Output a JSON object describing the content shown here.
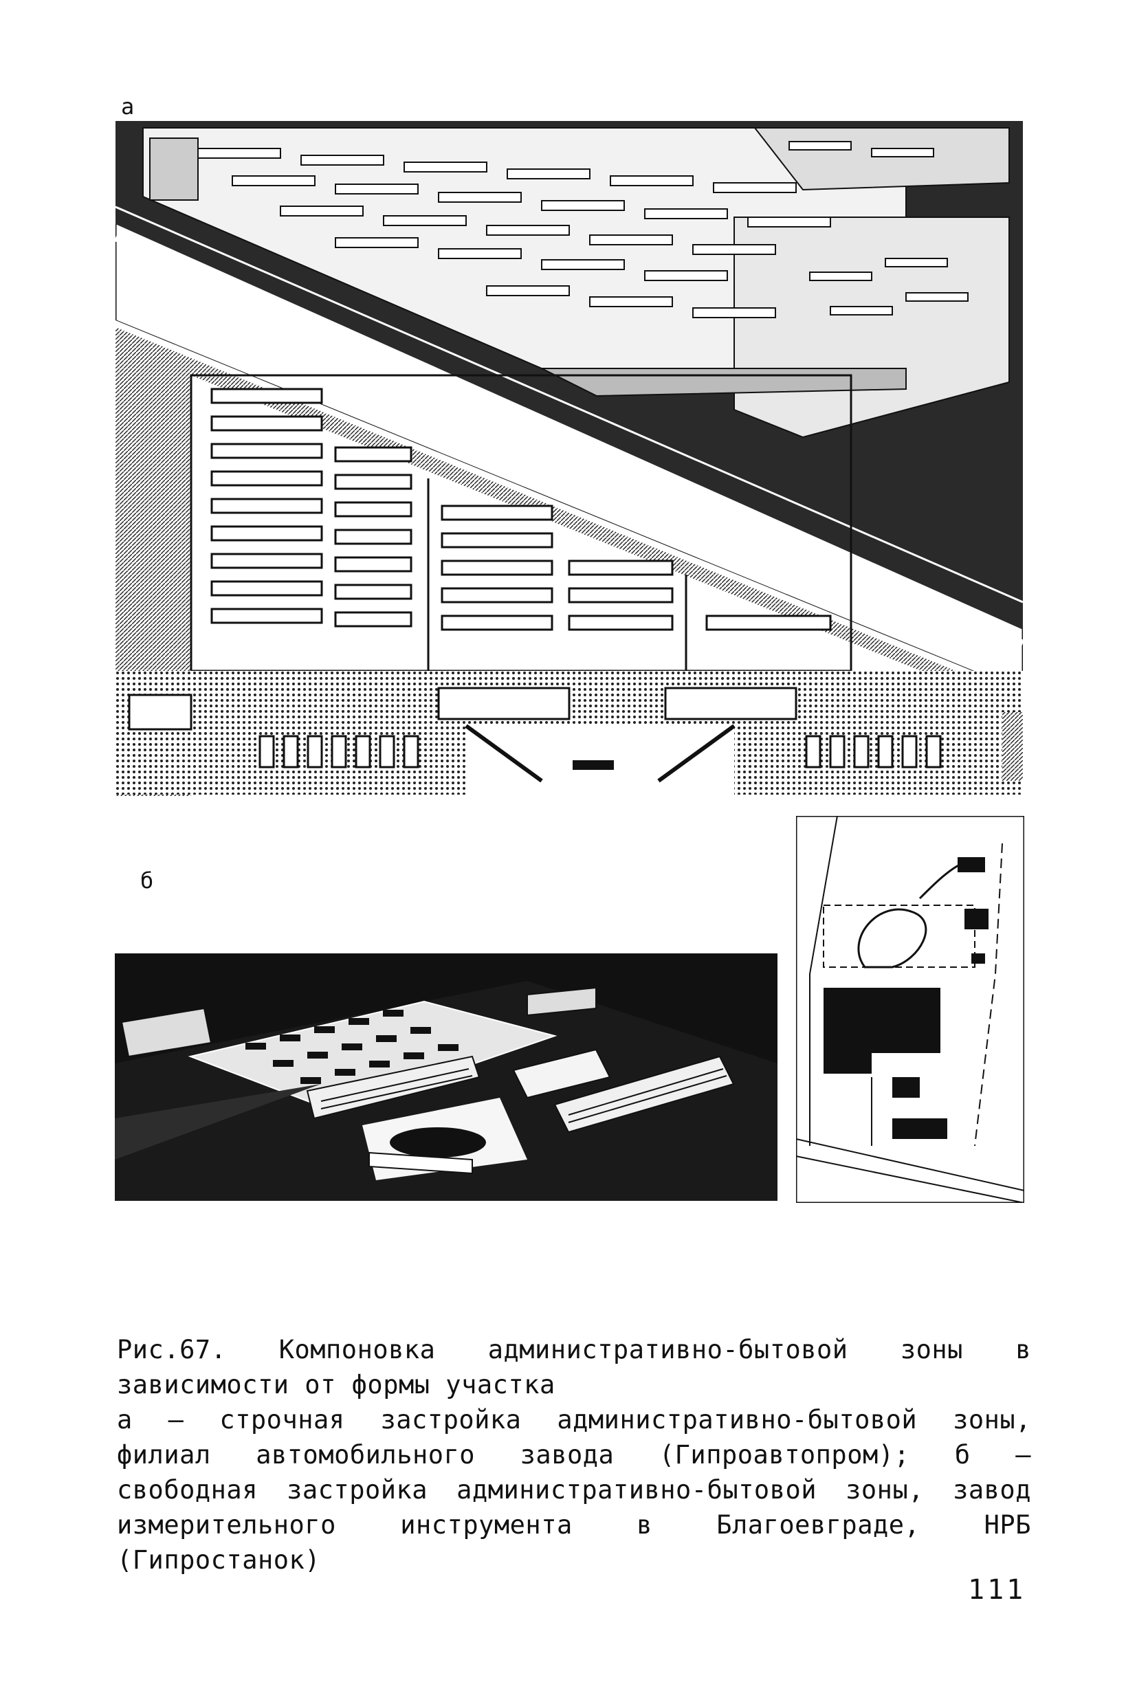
{
  "figure": {
    "label_a": "а",
    "label_b": "б"
  },
  "caption": {
    "title": "Рис.67. Компоновка административно-бытовой зоны в зависимости от формы участка",
    "text": "а – строчная застройка административно-бытовой зоны, филиал автомобильного завода (Гипроавтопром); б – свободная застройка административно-бытовой зоны, завод измерительного инструмента в Благоевграде, НРБ (Гипростанок)"
  },
  "page_number": "111"
}
